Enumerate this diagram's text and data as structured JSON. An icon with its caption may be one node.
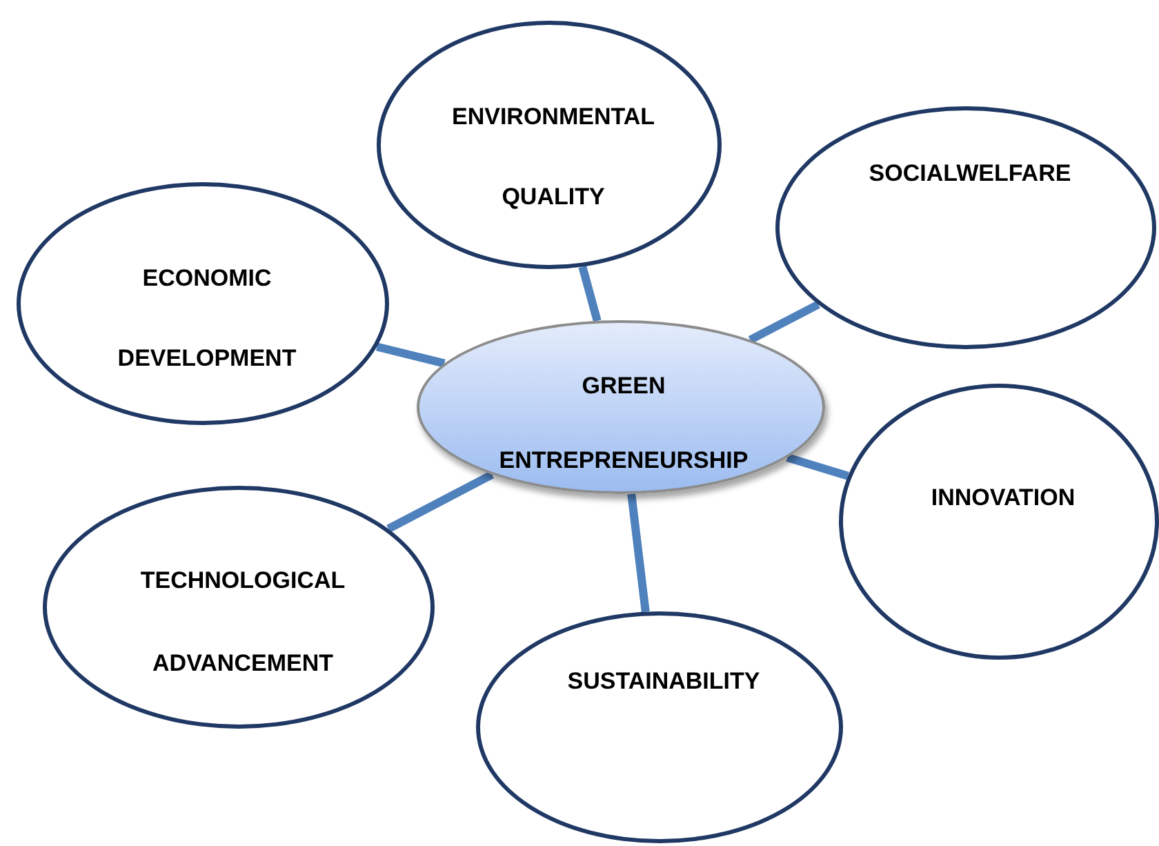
{
  "diagram": {
    "nodes": [
      {
        "text": [
          "ENVIRONMENTAL QUALITY"
        ]
      },
      {
        "text": [
          "SOCIALWELFARE"
        ]
      },
      {
        "text": [
          "ECONOMIC DEVELOPMENT"
        ]
      },
      {
        "text": [
          "GREEN ENTREPRENEURSHIP"
        ]
      },
      {
        "text": [
          "INNOVATION"
        ]
      },
      {
        "text": [
          "TECHNOLOGICAL ADVANCEMENT"
        ]
      },
      {
        "text": [
          "SUSTAINABILITY"
        ]
      }
    ],
    "edges": [
      {
        "from": 3,
        "to": 0,
        "arrow": "none"
      },
      {
        "from": 3,
        "to": 1,
        "arrow": "none"
      },
      {
        "from": 3,
        "to": 2,
        "arrow": "none"
      },
      {
        "from": 3,
        "to": 4,
        "arrow": "none"
      },
      {
        "from": 3,
        "to": 5,
        "arrow": "none"
      },
      {
        "from": 3,
        "to": 6,
        "arrow": "none"
      }
    ]
  }
}
